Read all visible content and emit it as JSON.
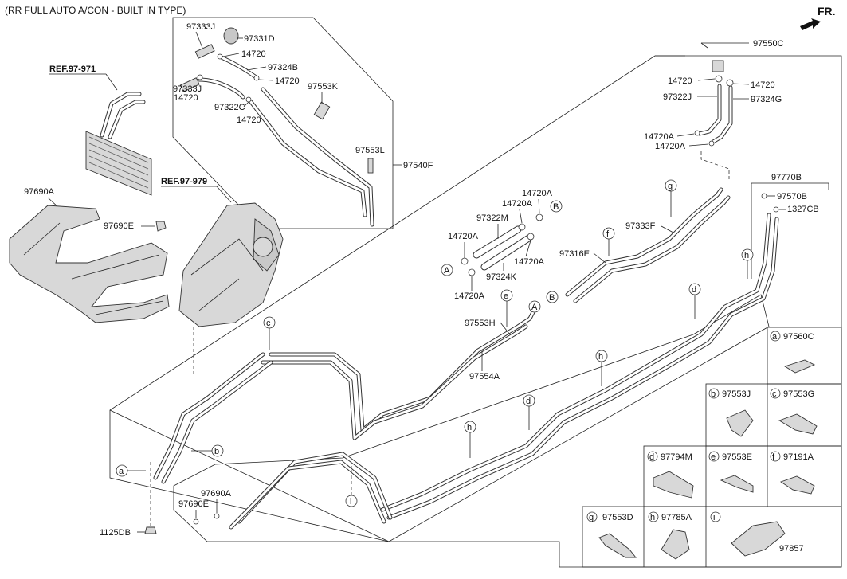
{
  "header": {
    "title": "(RR FULL AUTO A/CON - BUILT IN TYPE)",
    "fr": "FR."
  },
  "refs": [
    "REF.97-971",
    "REF.97-979"
  ],
  "labels": [
    {
      "id": "p97333J_top",
      "text": "97333J"
    },
    {
      "id": "p97331D",
      "text": "97331D"
    },
    {
      "id": "p14720_a",
      "text": "14720"
    },
    {
      "id": "p97324B",
      "text": "97324B"
    },
    {
      "id": "p97333J_mid",
      "text": "97333J"
    },
    {
      "id": "p14720_b",
      "text": "14720"
    },
    {
      "id": "p14720_c",
      "text": "14720"
    },
    {
      "id": "p97553K",
      "text": "97553K"
    },
    {
      "id": "p97322C",
      "text": "97322C"
    },
    {
      "id": "p14720_d",
      "text": "14720"
    },
    {
      "id": "p97553L",
      "text": "97553L"
    },
    {
      "id": "p97540F",
      "text": "97540F"
    },
    {
      "id": "p97550C",
      "text": "97550C"
    },
    {
      "id": "p14720_e",
      "text": "14720"
    },
    {
      "id": "p14720_f",
      "text": "14720"
    },
    {
      "id": "p97322J",
      "text": "97322J"
    },
    {
      "id": "p97324G",
      "text": "97324G"
    },
    {
      "id": "p14720A_a",
      "text": "14720A"
    },
    {
      "id": "p14720A_b",
      "text": "14720A"
    },
    {
      "id": "p97770B",
      "text": "97770B"
    },
    {
      "id": "p97690A_r",
      "text": "97690A"
    },
    {
      "id": "p97690E_r",
      "text": "97690E"
    },
    {
      "id": "p97570B",
      "text": "97570B"
    },
    {
      "id": "p1327CB",
      "text": "1327CB"
    },
    {
      "id": "p14720A_c",
      "text": "14720A"
    },
    {
      "id": "p14720A_d",
      "text": "14720A"
    },
    {
      "id": "p97322M",
      "text": "97322M"
    },
    {
      "id": "p14720A_e",
      "text": "14720A"
    },
    {
      "id": "p14720A_f",
      "text": "14720A"
    },
    {
      "id": "p97324K",
      "text": "97324K"
    },
    {
      "id": "p14720A_g",
      "text": "14720A"
    },
    {
      "id": "p97333F",
      "text": "97333F"
    },
    {
      "id": "p97316E",
      "text": "97316E"
    },
    {
      "id": "p97553H",
      "text": "97553H"
    },
    {
      "id": "p97554A",
      "text": "97554A"
    },
    {
      "id": "p97690A_l",
      "text": "97690A"
    },
    {
      "id": "p97690E_l",
      "text": "97690E"
    },
    {
      "id": "p1125DB",
      "text": "1125DB"
    }
  ],
  "callouts": [
    "a",
    "b",
    "c",
    "d",
    "e",
    "f",
    "g",
    "h",
    "i",
    "A",
    "B"
  ],
  "legend": [
    {
      "key": "a",
      "part": "97560C"
    },
    {
      "key": "b",
      "part": "97553J"
    },
    {
      "key": "c",
      "part": "97553G"
    },
    {
      "key": "d",
      "part": "97794M"
    },
    {
      "key": "e",
      "part": "97553E"
    },
    {
      "key": "f",
      "part": "97191A"
    },
    {
      "key": "g",
      "part": "97553D"
    },
    {
      "key": "h",
      "part": "97785A"
    },
    {
      "key": "i",
      "part": "97857"
    }
  ]
}
